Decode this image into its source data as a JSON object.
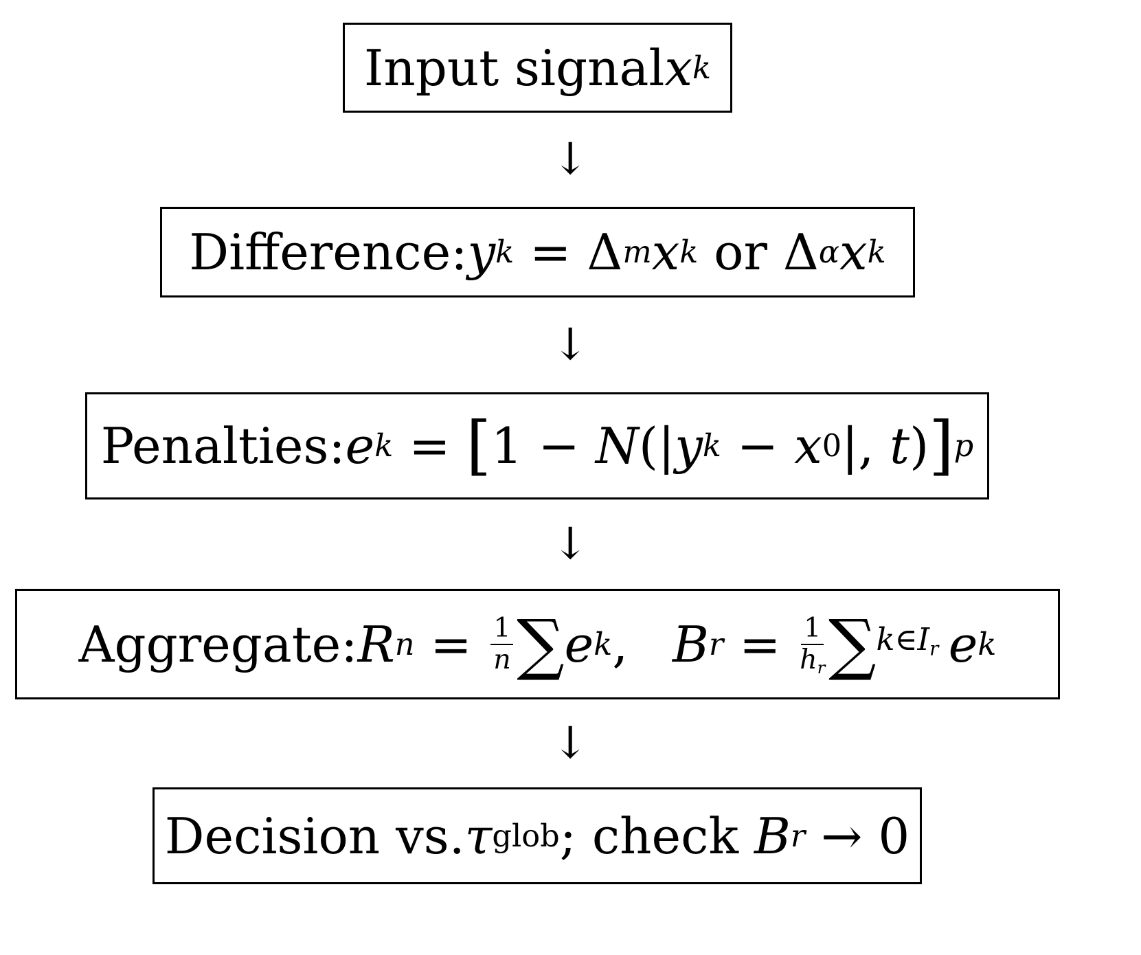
{
  "diagram": {
    "arrow_glyph": "↓",
    "box1": {
      "text": "Input signal ",
      "var": "x",
      "sub": "k"
    },
    "box2": {
      "label": "Difference: ",
      "y": "y",
      "k": "k",
      "eq": " = ",
      "delta": "Δ",
      "m": "m",
      "x": "x",
      "or": " or ",
      "alpha": "α"
    },
    "box3": {
      "label": "Penalties: ",
      "e": "e",
      "k": "k",
      "eq": " = ",
      "lbr": "[",
      "one_minus": "1 − ",
      "N": "N",
      "open": "(|",
      "y": "y",
      "minus": " − ",
      "x": "x",
      "zero": "0",
      "close": "|, ",
      "t": "t",
      "rparen": ")",
      "rbr": "]",
      "p": "p"
    },
    "box4": {
      "label": "Aggregate: ",
      "R": "R",
      "n": "n",
      "eq": " = ",
      "one": "1",
      "sum": "∑",
      "e": "e",
      "k": "k",
      "comma": ",",
      "B": "B",
      "r": "r",
      "h": "h",
      "sum_sub": "k∈I",
      "sum_sub_r": "r"
    },
    "box5": {
      "label": "Decision vs. ",
      "tau": "τ",
      "glob": "glob",
      "mid": "; check ",
      "B": "B",
      "r": "r",
      "arrow": " → ",
      "zero": "0"
    }
  }
}
